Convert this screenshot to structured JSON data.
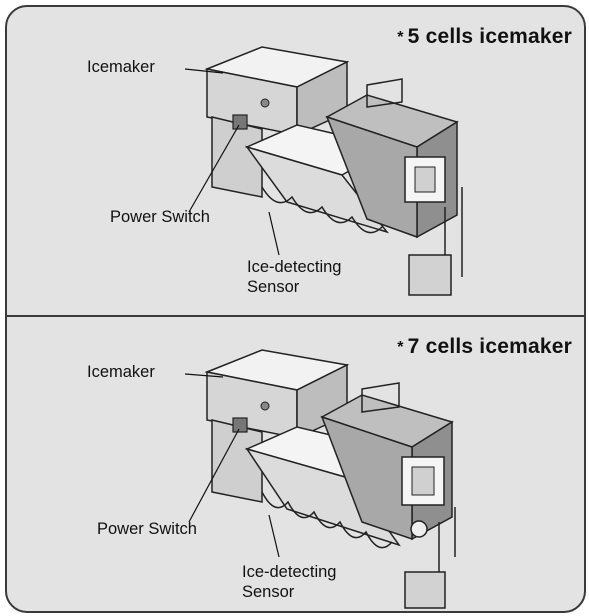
{
  "panels": [
    {
      "heading_marker": "*",
      "heading": "5 cells icemaker",
      "labels": {
        "icemaker": "Icemaker",
        "power_switch": "Power Switch",
        "sensor_line1": "Ice-detecting",
        "sensor_line2": "Sensor"
      }
    },
    {
      "heading_marker": "*",
      "heading": "7 cells icemaker",
      "labels": {
        "icemaker": "Icemaker",
        "power_switch": "Power Switch",
        "sensor_line1": "Ice-detecting",
        "sensor_line2": "Sensor"
      }
    }
  ],
  "colors": {
    "panel_background": "#e3e3e3",
    "border": "#3a3a3a",
    "part_light": "#eeeeee",
    "part_mid": "#c8c8c8",
    "part_dark": "#8a8a8a"
  }
}
